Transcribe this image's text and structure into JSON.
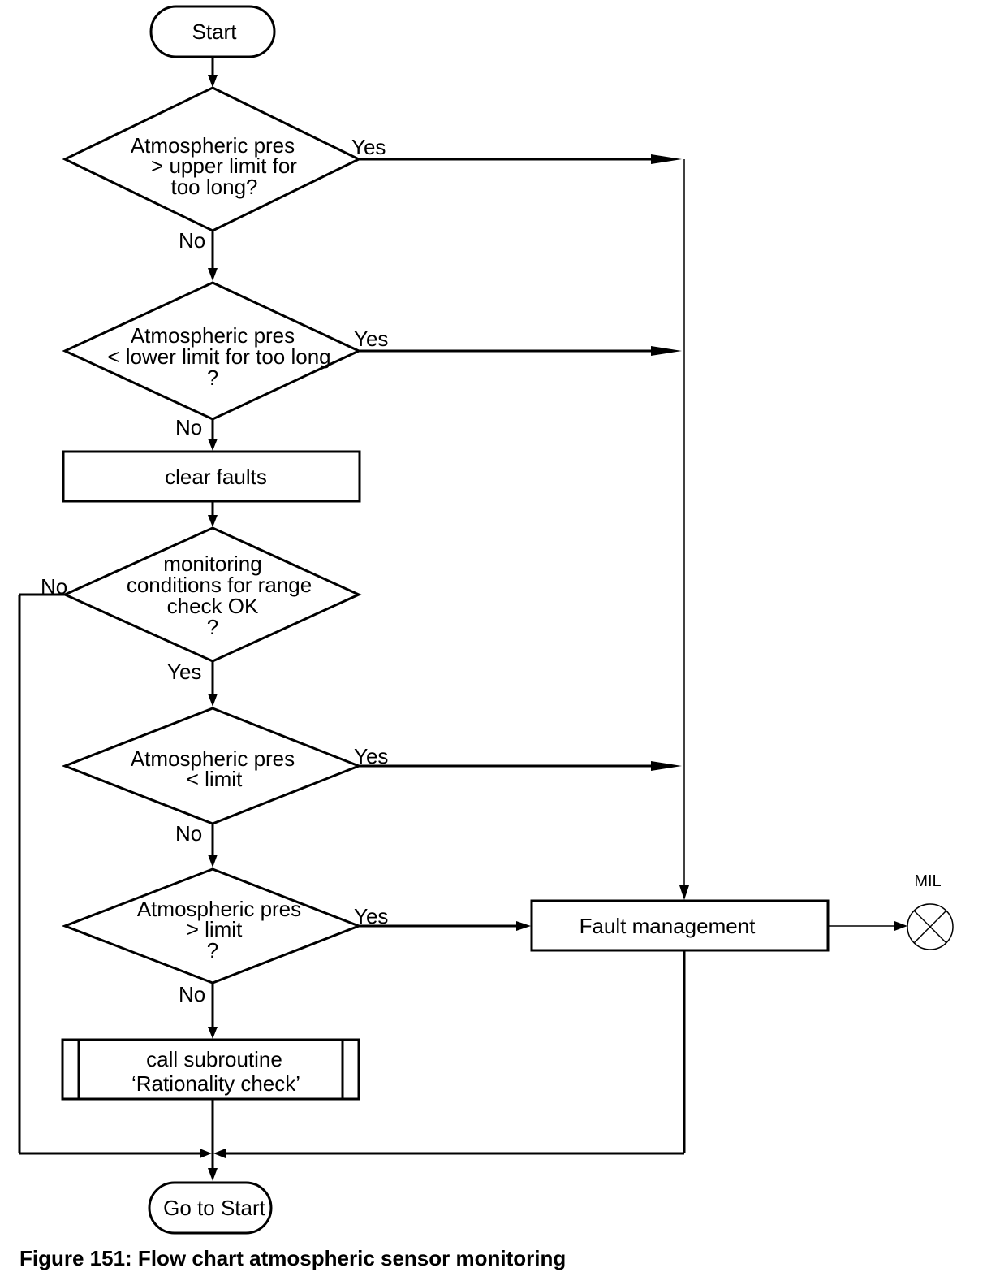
{
  "diagram": {
    "start_label": "Start",
    "decision1": {
      "lines": [
        "Atmospheric pres",
        "> upper limit for",
        "too long?"
      ],
      "yes": "Yes",
      "no": "No"
    },
    "decision2": {
      "lines": [
        "Atmospheric pres",
        "< lower limit for too long",
        "?"
      ],
      "yes": "Yes",
      "no": "No"
    },
    "clear_faults": "clear faults",
    "decision3": {
      "lines": [
        "monitoring",
        "conditions for range",
        "check OK",
        "?"
      ],
      "yes": "Yes",
      "no": "No"
    },
    "decision4": {
      "lines": [
        "Atmospheric pres",
        "< limit"
      ],
      "yes": "Yes",
      "no": "No"
    },
    "decision5": {
      "lines": [
        "Atmospheric pres",
        "> limit",
        "?"
      ],
      "yes": "Yes",
      "no": "No"
    },
    "subroutine": {
      "lines": [
        "call subroutine",
        "‘Rationality check’"
      ]
    },
    "fault_management": "Fault management",
    "mil_label": "MIL",
    "end_label": "Go to Start"
  },
  "caption": "Figure 151: Flow chart atmospheric sensor monitoring"
}
